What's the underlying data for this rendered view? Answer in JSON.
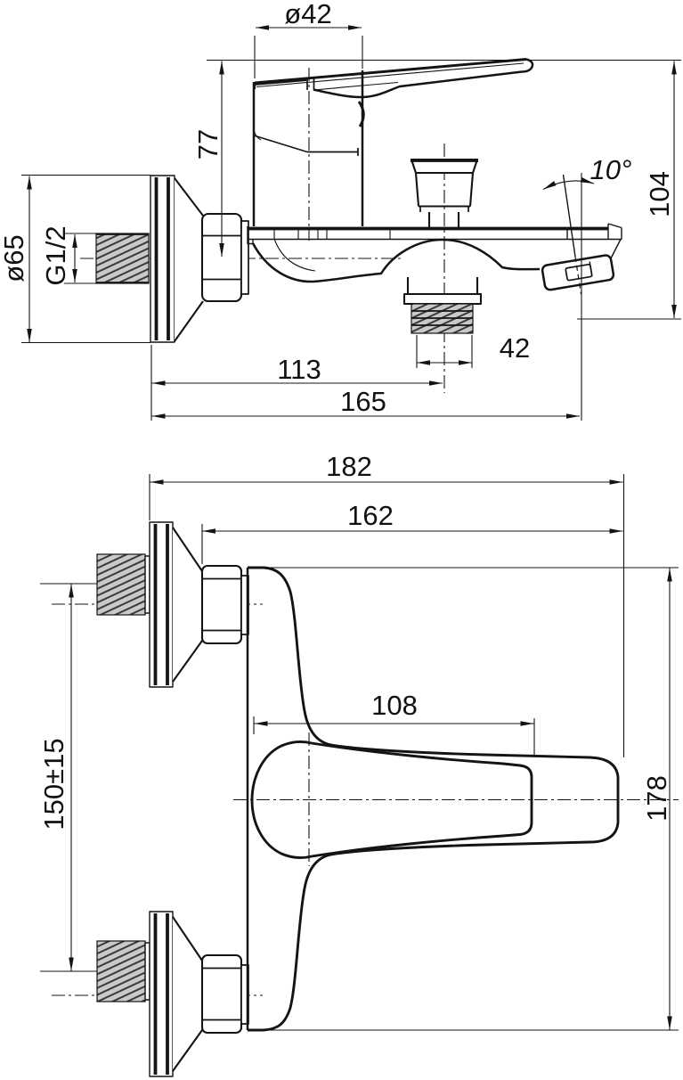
{
  "side_view": {
    "cartridge_diameter": "ø42",
    "handle_height": "77",
    "spout_drop": "104",
    "spout_angle": "10°",
    "flange_diameter": "ø65",
    "thread_size": "G1/2",
    "outlet_thread": "42",
    "wall_to_outlet": "113",
    "wall_to_spout": "165"
  },
  "plan_view": {
    "total_depth": "182",
    "depth_from_nut": "162",
    "handle_length": "108",
    "inlet_spacing": "150±15",
    "body_width": "178"
  }
}
